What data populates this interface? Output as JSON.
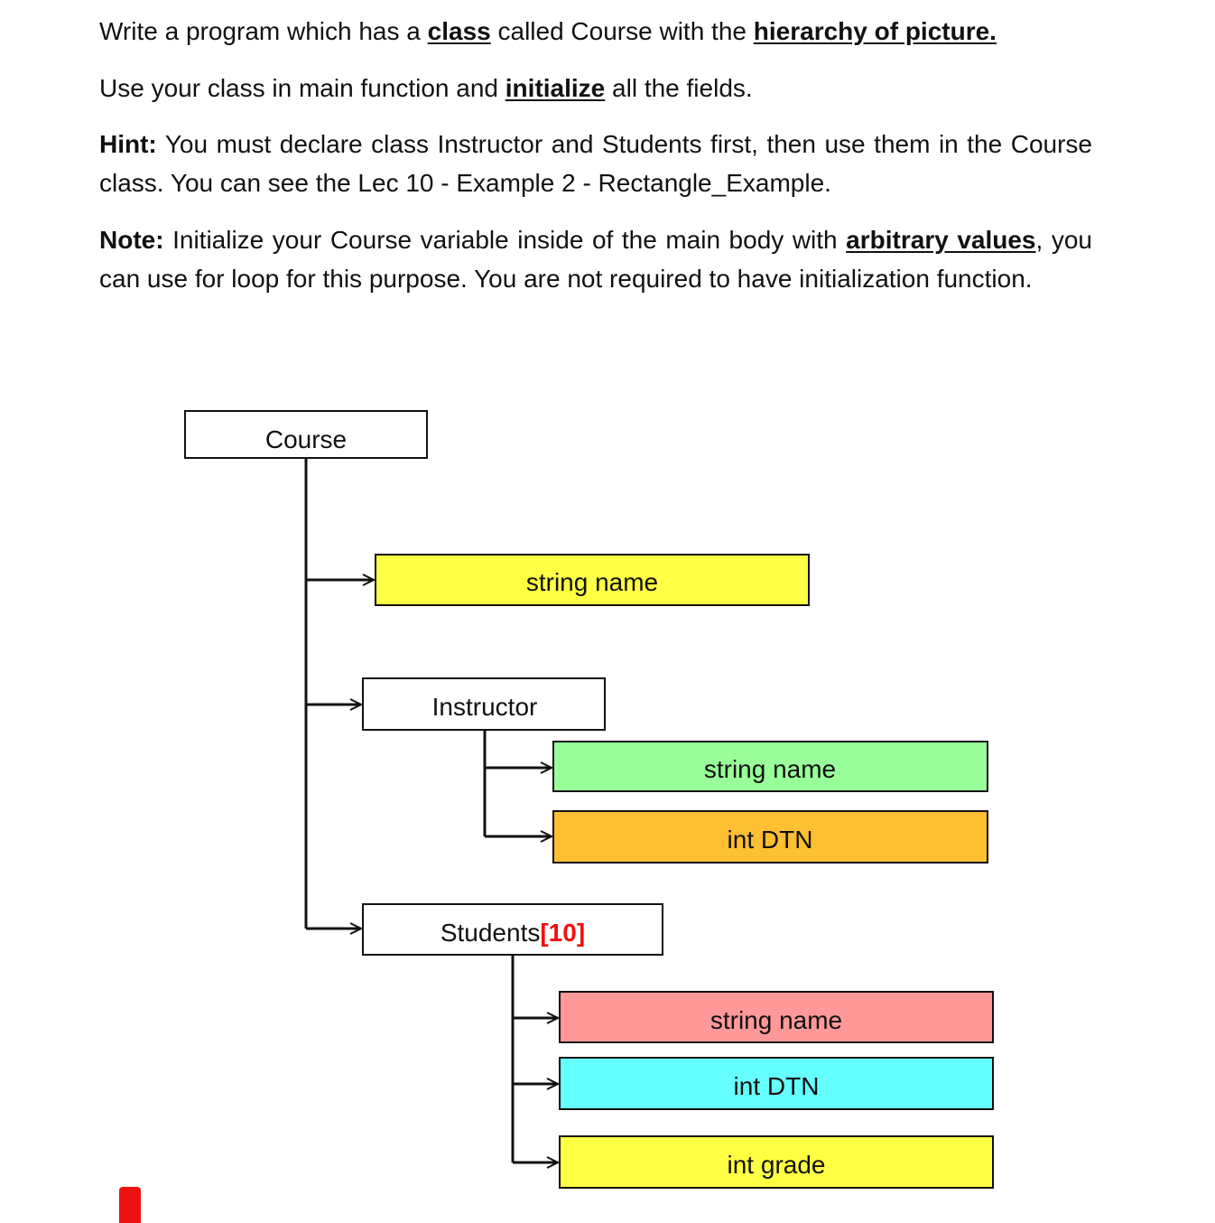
{
  "instructions": {
    "line1": {
      "pre": "Write a program which has a ",
      "kw1": "class",
      "mid": " called Course with the ",
      "kw2": "hierarchy of picture."
    },
    "line2": {
      "pre": "Use your class in main function and ",
      "kw": "initialize",
      "post": " all the fields."
    },
    "hint": {
      "label": "Hint:",
      "text": " You must declare class Instructor and Students first, then use them in the Course class. You can see the Lec 10 - Example 2 - Rectangle_Example."
    },
    "note": {
      "label": "Note:",
      "pre": " Initialize your Course variable inside of the main body with ",
      "kw": "arbitrary values",
      "post": ", you can use for loop for this purpose. You are not required to have initialization function."
    }
  },
  "diagram": {
    "root": "Course",
    "course_name": "string name",
    "instructor": "Instructor",
    "instructor_name": "string name",
    "instructor_dtn": "int DTN",
    "students_label": "Students",
    "students_size": "[10]",
    "student_name": "string name",
    "student_dtn": "int DTN",
    "student_grade": "int grade"
  },
  "colors": {
    "yellow": "#ffff44",
    "green": "#99ff99",
    "orange": "#ffbf33",
    "pink": "#ff9999",
    "cyan": "#66ffff",
    "red_text": "#ee1111"
  }
}
